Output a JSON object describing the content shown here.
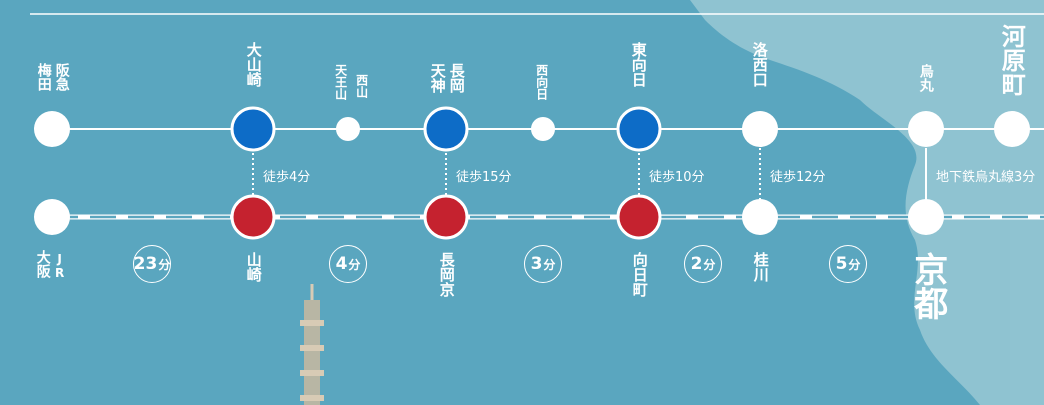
{
  "colors": {
    "background": "#5aa6bf",
    "land": "#8fc3d1",
    "line": "#ffffff",
    "hankyu_stop": "#0d6cc7",
    "jr_stop": "#c5222f",
    "normal_stop": "#ffffff"
  },
  "hankyu_stations": [
    {
      "name": "梅田",
      "name2": "阪急",
      "type": "end"
    },
    {
      "name": "大山崎",
      "type": "major"
    },
    {
      "name": "西山",
      "name2": "天王山",
      "type": "minor"
    },
    {
      "name": "長岡",
      "name2": "天神",
      "type": "major"
    },
    {
      "name": "西向日",
      "type": "minor"
    },
    {
      "name": "東向日",
      "type": "major"
    },
    {
      "name": "洛西口",
      "type": "normal"
    },
    {
      "name": "烏丸",
      "type": "normal"
    },
    {
      "name": "河原町",
      "type": "normal"
    }
  ],
  "jr_stations": [
    {
      "name": "大阪",
      "name2": "JR",
      "type": "end"
    },
    {
      "name": "山崎",
      "type": "major"
    },
    {
      "name": "長岡京",
      "type": "major"
    },
    {
      "name": "向日町",
      "type": "major"
    },
    {
      "name": "桂川",
      "type": "normal"
    },
    {
      "name": "京都",
      "type": "terminal"
    }
  ],
  "walk_links": [
    {
      "label": "徒歩4分"
    },
    {
      "label": "徒歩15分"
    },
    {
      "label": "徒歩10分"
    },
    {
      "label": "徒歩12分"
    },
    {
      "label": "地下鉄烏丸線3分"
    }
  ],
  "travel_times": [
    {
      "num": "23",
      "unit": "分"
    },
    {
      "num": "4",
      "unit": "分"
    },
    {
      "num": "3",
      "unit": "分"
    },
    {
      "num": "2",
      "unit": "分"
    },
    {
      "num": "5",
      "unit": "分"
    }
  ]
}
